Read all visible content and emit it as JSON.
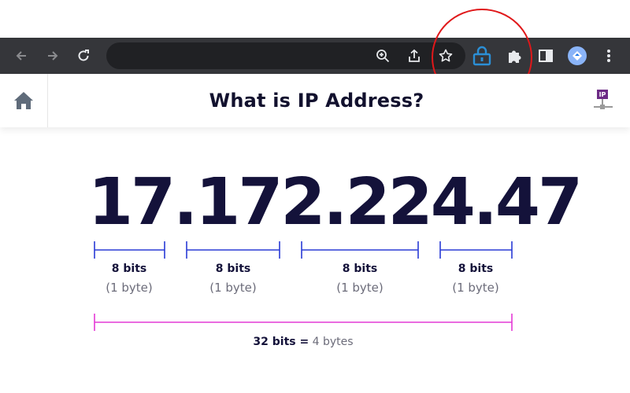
{
  "page": {
    "title": "What is IP Address?",
    "ip_address": "17.172.224.47",
    "logo_text": "IP"
  },
  "browser": {
    "toolbar_icons": [
      "back-arrow-icon",
      "forward-arrow-icon",
      "reload-icon",
      "zoom-icon",
      "share-icon",
      "bookmark-star-icon",
      "lock-extension-icon",
      "puzzle-extensions-icon",
      "side-panel-icon",
      "profile-avatar",
      "more-menu-icon"
    ],
    "colors": {
      "toolbar_bg": "#35363a",
      "omnibox_bg": "#202124",
      "extension_accent": "#2b8fd6",
      "highlight": "#e0181a"
    }
  },
  "segments": [
    {
      "bits": "8 bits",
      "bytes": "(1 byte)"
    },
    {
      "bits": "8 bits",
      "bytes": "(1 byte)"
    },
    {
      "bits": "8 bits",
      "bytes": "(1 byte)"
    },
    {
      "bits": "8 bits",
      "bytes": "(1 byte)"
    }
  ],
  "total": {
    "bits": "32 bits =",
    "bytes": " 4 bytes"
  },
  "colors": {
    "text": "#14123a",
    "segment_line": "#2a3bd6",
    "total_line": "#e43ad6"
  }
}
